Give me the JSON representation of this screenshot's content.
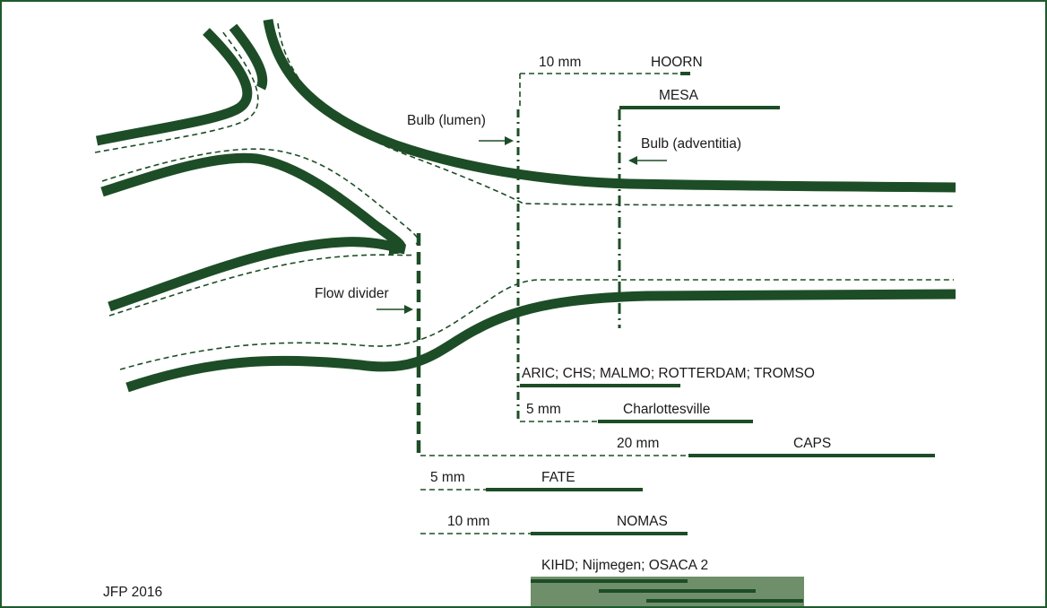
{
  "labels": {
    "bulb_lumen": "Bulb (lumen)",
    "bulb_adventitia": "Bulb (adventitia)",
    "flow_divider": "Flow divider",
    "credit": "JFP 2016"
  },
  "studies": {
    "hoorn": {
      "name": "HOORN",
      "offset": "10 mm"
    },
    "mesa": {
      "name": "MESA"
    },
    "aric": {
      "name": "ARIC; CHS; MALMO; ROTTERDAM; TROMSO"
    },
    "charlottesville": {
      "name": "Charlottesville",
      "offset": "5 mm"
    },
    "caps": {
      "name": "CAPS",
      "offset": "20 mm"
    },
    "fate": {
      "name": "FATE",
      "offset": "5 mm"
    },
    "nomas": {
      "name": "NOMAS",
      "offset": "10 mm"
    },
    "kihd": {
      "name": "KIHD; Nijmegen; OSACA 2"
    }
  },
  "colors": {
    "vessel": "#1d4d27",
    "frame": "#1f5a2e",
    "highlight_box": "#6f8f6a"
  }
}
